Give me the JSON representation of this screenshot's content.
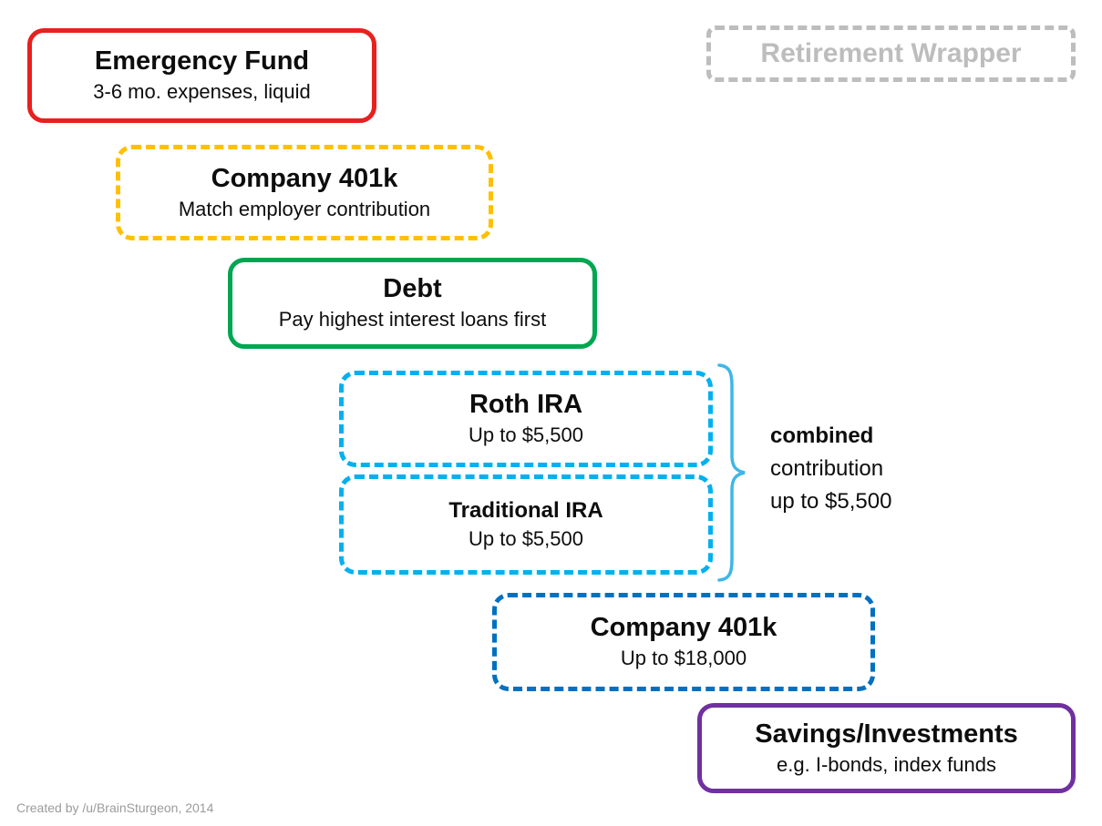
{
  "credit": "Created by /u/BrainSturgeon, 2014",
  "retirement_wrapper": {
    "label": "Retirement Wrapper",
    "color": "#bdbdbd"
  },
  "combined_note": {
    "line1": "combined",
    "line2": "contribution",
    "line3": "up to $5,500",
    "brace_color": "#3fb6e8"
  },
  "boxes": {
    "emergency_fund": {
      "title": "Emergency Fund",
      "subtitle": "3-6 mo. expenses, liquid",
      "border_color": "#e8201f",
      "border_style": "solid"
    },
    "company_401k_match": {
      "title": "Company 401k",
      "subtitle": "Match employer contribution",
      "border_color": "#ffc000",
      "border_style": "dashed"
    },
    "debt": {
      "title": "Debt",
      "subtitle": "Pay highest interest loans first",
      "border_color": "#00a651",
      "border_style": "solid"
    },
    "roth_ira": {
      "title": "Roth IRA",
      "subtitle": "Up to $5,500",
      "border_color": "#00b0f0",
      "border_style": "dashed"
    },
    "traditional_ira": {
      "title": "Traditional IRA",
      "subtitle": "Up to $5,500",
      "border_color": "#00b0f0",
      "border_style": "dashed"
    },
    "company_401k_max": {
      "title": "Company 401k",
      "subtitle": "Up to $18,000",
      "border_color": "#0070c0",
      "border_style": "dashed"
    },
    "savings_investments": {
      "title": "Savings/Investments",
      "subtitle": "e.g. I-bonds, index funds",
      "border_color": "#7030a0",
      "border_style": "solid"
    }
  }
}
